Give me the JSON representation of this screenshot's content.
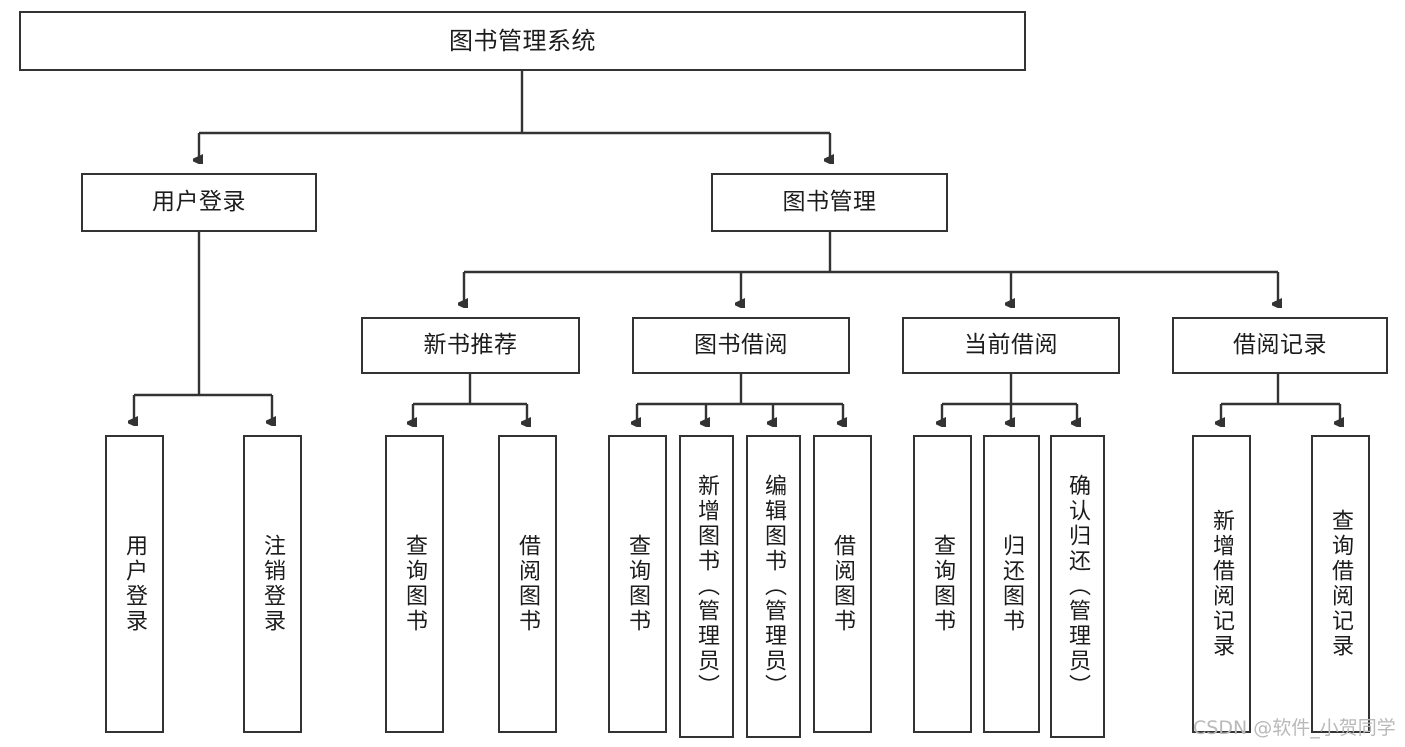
{
  "diagram": {
    "title": "图书管理系统",
    "type": "tree-hierarchy",
    "root": {
      "label": "图书管理系统"
    },
    "level2": [
      {
        "label": "用户登录"
      },
      {
        "label": "图书管理"
      }
    ],
    "level3": [
      {
        "label": "新书推荐"
      },
      {
        "label": "图书借阅"
      },
      {
        "label": "当前借阅"
      },
      {
        "label": "借阅记录"
      }
    ],
    "leaves": {
      "user_login": [
        {
          "label": "用户登录"
        },
        {
          "label": "注销登录"
        }
      ],
      "new_book_recommend": [
        {
          "label": "查询图书"
        },
        {
          "label": "借阅图书"
        }
      ],
      "book_borrow": [
        {
          "label": "查询图书"
        },
        {
          "label": "新增图书（管理员）"
        },
        {
          "label": "编辑图书（管理员）"
        },
        {
          "label": "借阅图书"
        }
      ],
      "current_borrow": [
        {
          "label": "查询图书"
        },
        {
          "label": "归还图书"
        },
        {
          "label": "确认归还（管理员）"
        }
      ],
      "borrow_record": [
        {
          "label": "新增借阅记录"
        },
        {
          "label": "查询借阅记录"
        }
      ]
    }
  },
  "watermark": {
    "text": "CSDN @软件_小贺同学"
  },
  "colors": {
    "stroke": "#333333",
    "fill": "#ffffff",
    "text": "#1c1c1c",
    "watermark": "#b9b9b9"
  }
}
